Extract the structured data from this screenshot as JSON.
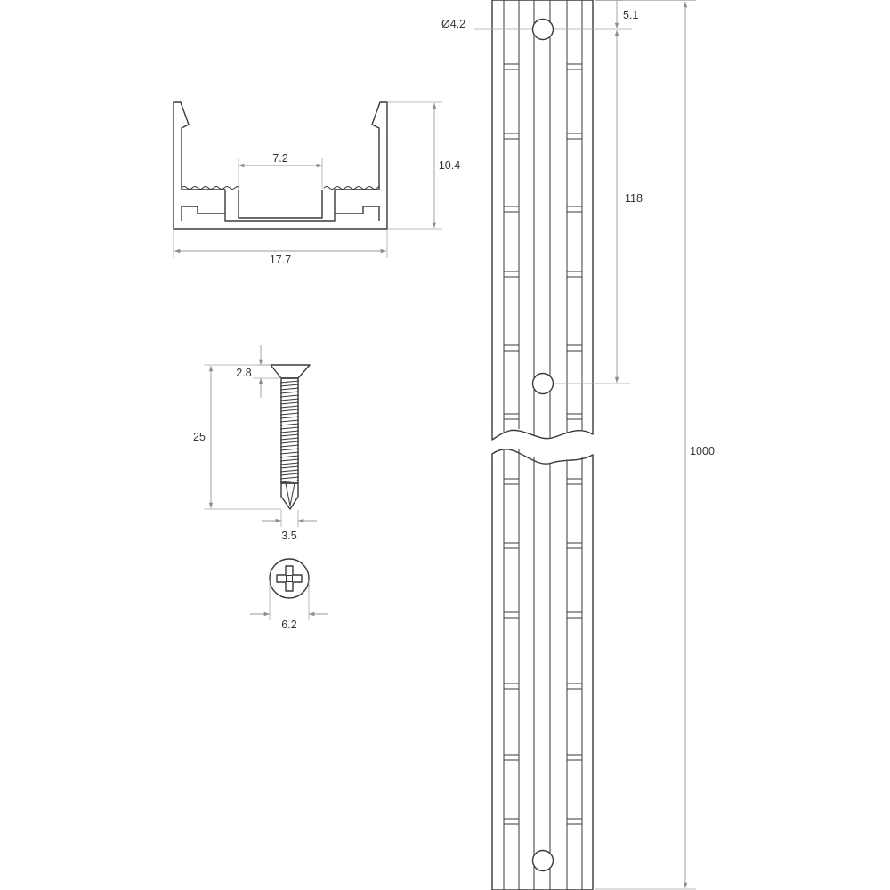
{
  "profile": {
    "inner_width": "7.2",
    "height": "10.4",
    "outer_width": "17.7"
  },
  "screw": {
    "head_height": "2.8",
    "length": "25",
    "thread_diameter": "3.5",
    "head_diameter": "6.2"
  },
  "rail": {
    "hole_diameter": "Ø4.2",
    "top_offset": "5.1",
    "hole_spacing": "118",
    "total_length": "1000"
  },
  "colors": {
    "line": "#3a3a3a",
    "dimension": "#9a9a9a",
    "text": "#333333"
  }
}
